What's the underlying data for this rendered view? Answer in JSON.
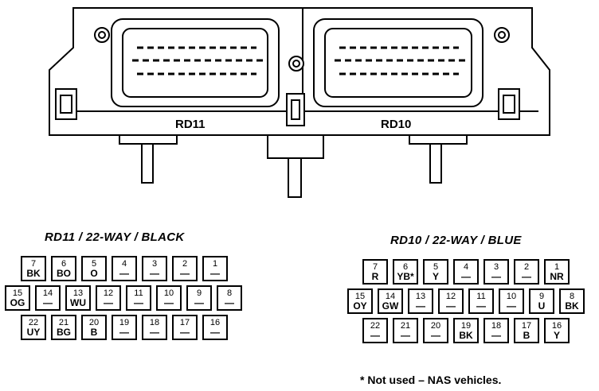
{
  "ecu_labels": {
    "left": "RD11",
    "right": "RD10"
  },
  "connectors": [
    {
      "title": "RD11 / 22-WAY / BLACK",
      "pins": [
        {
          "num": "7",
          "code": "BK"
        },
        {
          "num": "6",
          "code": "BO"
        },
        {
          "num": "5",
          "code": "O"
        },
        {
          "num": "4",
          "code": "—"
        },
        {
          "num": "3",
          "code": "—"
        },
        {
          "num": "2",
          "code": "—"
        },
        {
          "num": "1",
          "code": "—"
        },
        {
          "num": "15",
          "code": "OG"
        },
        {
          "num": "14",
          "code": "—"
        },
        {
          "num": "13",
          "code": "WU"
        },
        {
          "num": "12",
          "code": "—"
        },
        {
          "num": "11",
          "code": "—"
        },
        {
          "num": "10",
          "code": "—"
        },
        {
          "num": "9",
          "code": "—"
        },
        {
          "num": "8",
          "code": "—"
        },
        {
          "num": "22",
          "code": "UY"
        },
        {
          "num": "21",
          "code": "BG"
        },
        {
          "num": "20",
          "code": "B"
        },
        {
          "num": "19",
          "code": "—"
        },
        {
          "num": "18",
          "code": "—"
        },
        {
          "num": "17",
          "code": "—"
        },
        {
          "num": "16",
          "code": "—"
        }
      ]
    },
    {
      "title": "RD10 / 22-WAY / BLUE",
      "pins": [
        {
          "num": "7",
          "code": "R"
        },
        {
          "num": "6",
          "code": "YB*"
        },
        {
          "num": "5",
          "code": "Y"
        },
        {
          "num": "4",
          "code": "—"
        },
        {
          "num": "3",
          "code": "—"
        },
        {
          "num": "2",
          "code": "—"
        },
        {
          "num": "1",
          "code": "NR"
        },
        {
          "num": "15",
          "code": "OY"
        },
        {
          "num": "14",
          "code": "GW"
        },
        {
          "num": "13",
          "code": "—"
        },
        {
          "num": "12",
          "code": "—"
        },
        {
          "num": "11",
          "code": "—"
        },
        {
          "num": "10",
          "code": "—"
        },
        {
          "num": "9",
          "code": "U"
        },
        {
          "num": "8",
          "code": "BK"
        },
        {
          "num": "22",
          "code": "—"
        },
        {
          "num": "21",
          "code": "—"
        },
        {
          "num": "20",
          "code": "—"
        },
        {
          "num": "19",
          "code": "BK"
        },
        {
          "num": "18",
          "code": "—"
        },
        {
          "num": "17",
          "code": "B"
        },
        {
          "num": "16",
          "code": "Y"
        }
      ]
    }
  ],
  "note": "* Not used – NAS vehicles."
}
